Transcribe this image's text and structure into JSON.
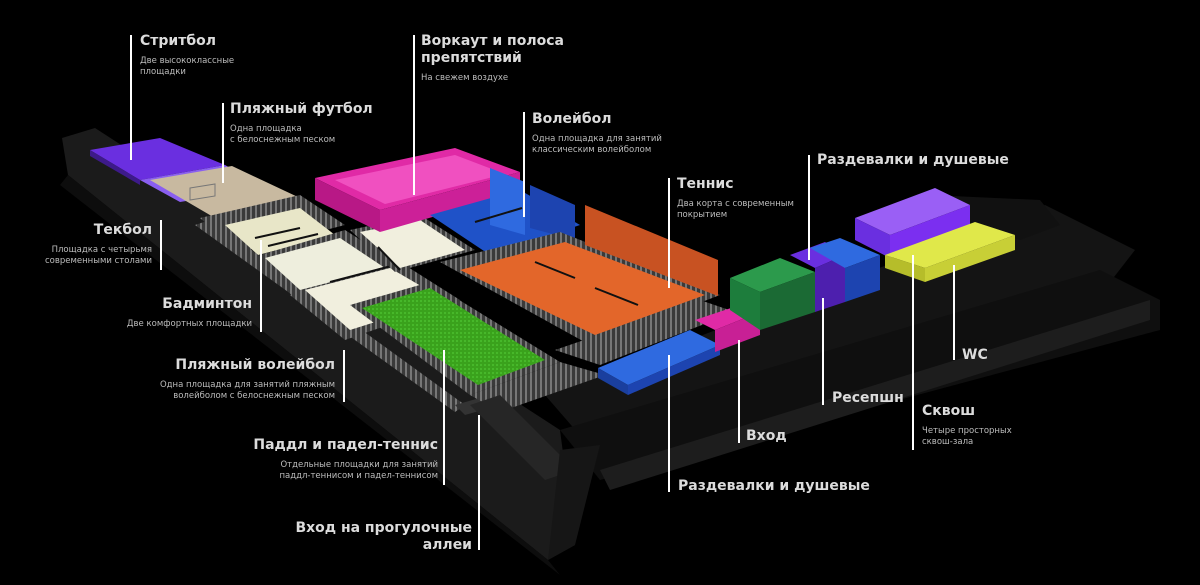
{
  "labels": {
    "streetball": {
      "title": "Стритбол",
      "desc1": "Две высококлассные",
      "desc2": "площадки"
    },
    "beach_football": {
      "title": "Пляжный футбол",
      "desc1": "Одна площадка",
      "desc2": "с белоснежным песком"
    },
    "workout": {
      "title1": "Воркаут и полоса",
      "title2": "препятствий",
      "desc1": "На свежем воздухе"
    },
    "volleyball": {
      "title": "Волейбол",
      "desc1": "Одна площадка для занятий",
      "desc2": "классическим волейболом"
    },
    "tennis": {
      "title": "Теннис",
      "desc1": "Два корта с современным",
      "desc2": "покрытием"
    },
    "lockers_top": {
      "title": "Раздевалки и душевые"
    },
    "tekball": {
      "title": "Текбол",
      "desc1": "Площадка с четырьмя",
      "desc2": "современными столами"
    },
    "badminton": {
      "title": "Бадминтон",
      "desc1": "Две комфортных площадки"
    },
    "beach_volleyball": {
      "title": "Пляжный волейбол",
      "desc1": "Одна площадка для занятий пляжным",
      "desc2": "волейболом с белоснежным песком"
    },
    "padel": {
      "title": "Паддл и падел-теннис",
      "desc1": "Отдельные площадки для занятий",
      "desc2": "паддл-теннисом и падел-теннисом"
    },
    "walk_entrance": {
      "title1": "Вход на прогулочные",
      "title2": "аллеи"
    },
    "entrance": {
      "title": "Вход"
    },
    "lockers_bottom": {
      "title": "Раздевалки и душевые"
    },
    "reception": {
      "title": "Ресепшн"
    },
    "wc": {
      "title": "WC"
    },
    "squash": {
      "title": "Сквош",
      "desc1": "Четыре просторных",
      "desc2": "сквош-зала"
    }
  },
  "colors": {
    "background": "#000000",
    "streetball": "#6a2fe0",
    "beach_football": "#c8b9a0",
    "workout": "#e02aa6",
    "volleyball": "#1f52c8",
    "tennis": "#e3662a",
    "beach_volleyball": "#39a51c",
    "badminton": "#eeeedd",
    "entrance": "#1f52c8",
    "lockers": "#c82095",
    "reception": "#1d7d3c",
    "squash": "#7b2ff0",
    "wc": "#d6e03a",
    "fence": "#5a5a5a",
    "leader": "#ffffff"
  }
}
